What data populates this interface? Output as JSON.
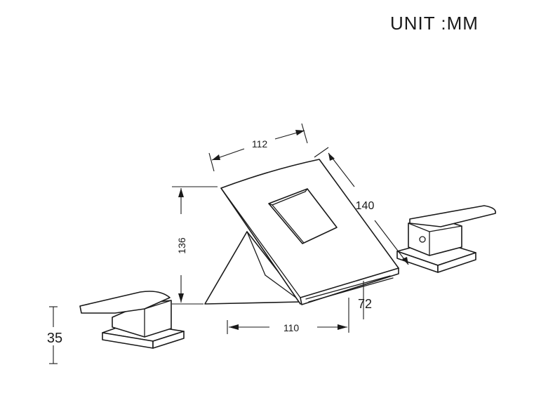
{
  "unit_label": "UNIT :MM",
  "dimensions": {
    "spout_width": "112",
    "spout_depth": "140",
    "spout_height": "136",
    "base_width": "110",
    "outlet_height": "72",
    "handle_height": "35"
  }
}
